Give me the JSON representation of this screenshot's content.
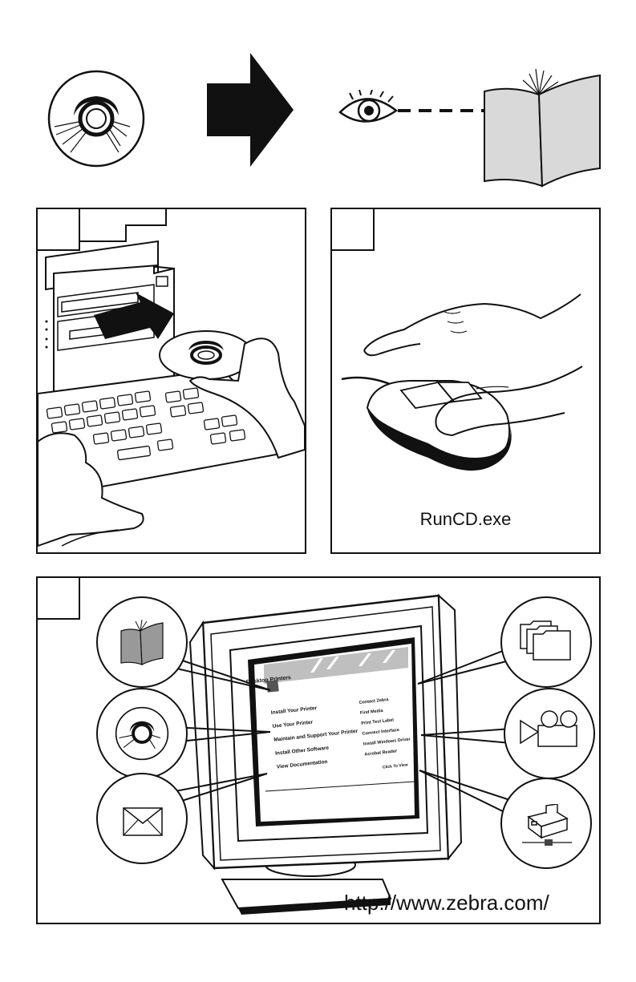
{
  "panel2": {
    "filename": "RunCD.exe"
  },
  "panel3": {
    "url": "http://www.zebra.com/",
    "screen": {
      "title": "Desktop Printers",
      "menu_left": [
        "Install Your Printer",
        "Use Your Printer",
        "Maintain and Support Your Printer",
        "Install Other Software",
        "View Documentation"
      ],
      "menu_right": [
        "Contact Zebra",
        "Find Media",
        "Print Test Label",
        "Connect Interface",
        "Install Windows Driver",
        "Acrobat Reader"
      ],
      "footer": "Click To View"
    }
  }
}
